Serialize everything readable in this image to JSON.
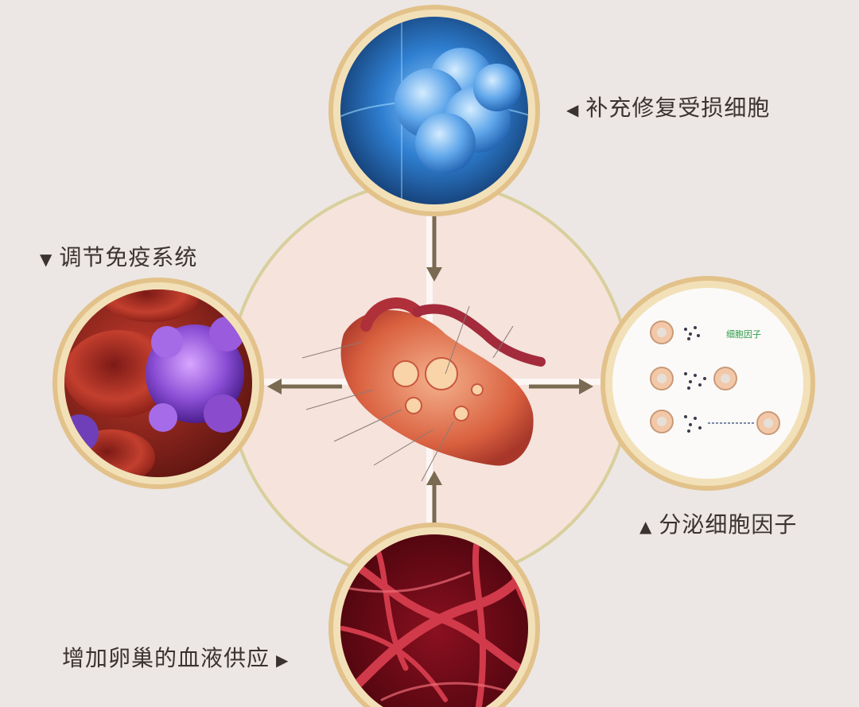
{
  "labels": {
    "top": {
      "text": "补充修复受损细胞",
      "glyph": "◀"
    },
    "left": {
      "text": "调节免疫系统",
      "glyph": "▼"
    },
    "right": {
      "text": "分泌细胞因子",
      "glyph": "▲"
    },
    "bottom": {
      "text": "增加卵巢的血液供应",
      "glyph": "▶"
    }
  },
  "inset_right_label": "细胞因子",
  "colors": {
    "background": "#ece7e4",
    "center_disc": "#f5e3dc",
    "ring": "#dcc9a0",
    "frame": "#e8c99a",
    "arrow": "#7a6a52"
  }
}
